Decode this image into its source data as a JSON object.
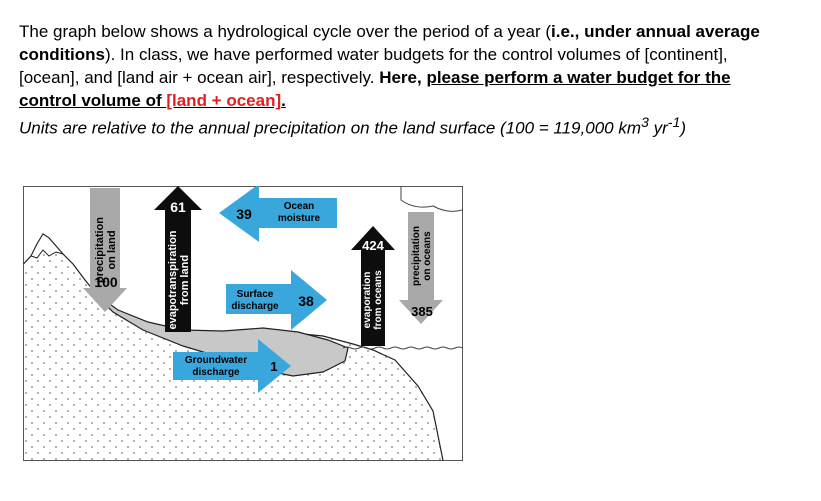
{
  "question": {
    "line1_a": "The graph below shows a hydrological cycle over the period of a year (",
    "line1_b": "i.e., under annual average",
    "line2_a": "conditions",
    "line2_b": "). In class, we have performed water budgets for the control volumes of [continent],",
    "line3_a": "[ocean], and [land air + ocean air], respectively. ",
    "line3_b": "Here, ",
    "line3_c": "please perform a water budget for the",
    "line4_a": "control volume of ",
    "line4_b": "[land + ocean]",
    "line4_c": ".",
    "units_a": "Units are relative to the annual precipitation on the land surface (100 = 119,000 km",
    "units_sup1": "3",
    "units_b": " yr",
    "units_sup2": "-1",
    "units_c": ")"
  },
  "diagram": {
    "precip_land": {
      "label_1": "precipitation",
      "label_2": "on land",
      "value": "100"
    },
    "evapotranspiration": {
      "label_1": "evapotranspiration",
      "label_2": "from land",
      "value": "61"
    },
    "ocean_moisture": {
      "label_1": "Ocean",
      "label_2": "moisture",
      "value": "39"
    },
    "surface_discharge": {
      "label_1": "Surface",
      "label_2": "discharge",
      "value": "38"
    },
    "groundwater_discharge": {
      "label_1": "Groundwater",
      "label_2": "discharge",
      "value": "1"
    },
    "evap_oceans": {
      "label_1": "evaporation",
      "label_2": "from oceans",
      "value": "424"
    },
    "precip_oceans": {
      "label_1": "precipitation",
      "label_2": "on oceans",
      "value": "385"
    }
  },
  "colors": {
    "black_arrow": "#0d0d0d",
    "blue_arrow": "#3aa7dc",
    "grey_arrow": "#a9a9a9",
    "red_text": "#e02020"
  }
}
